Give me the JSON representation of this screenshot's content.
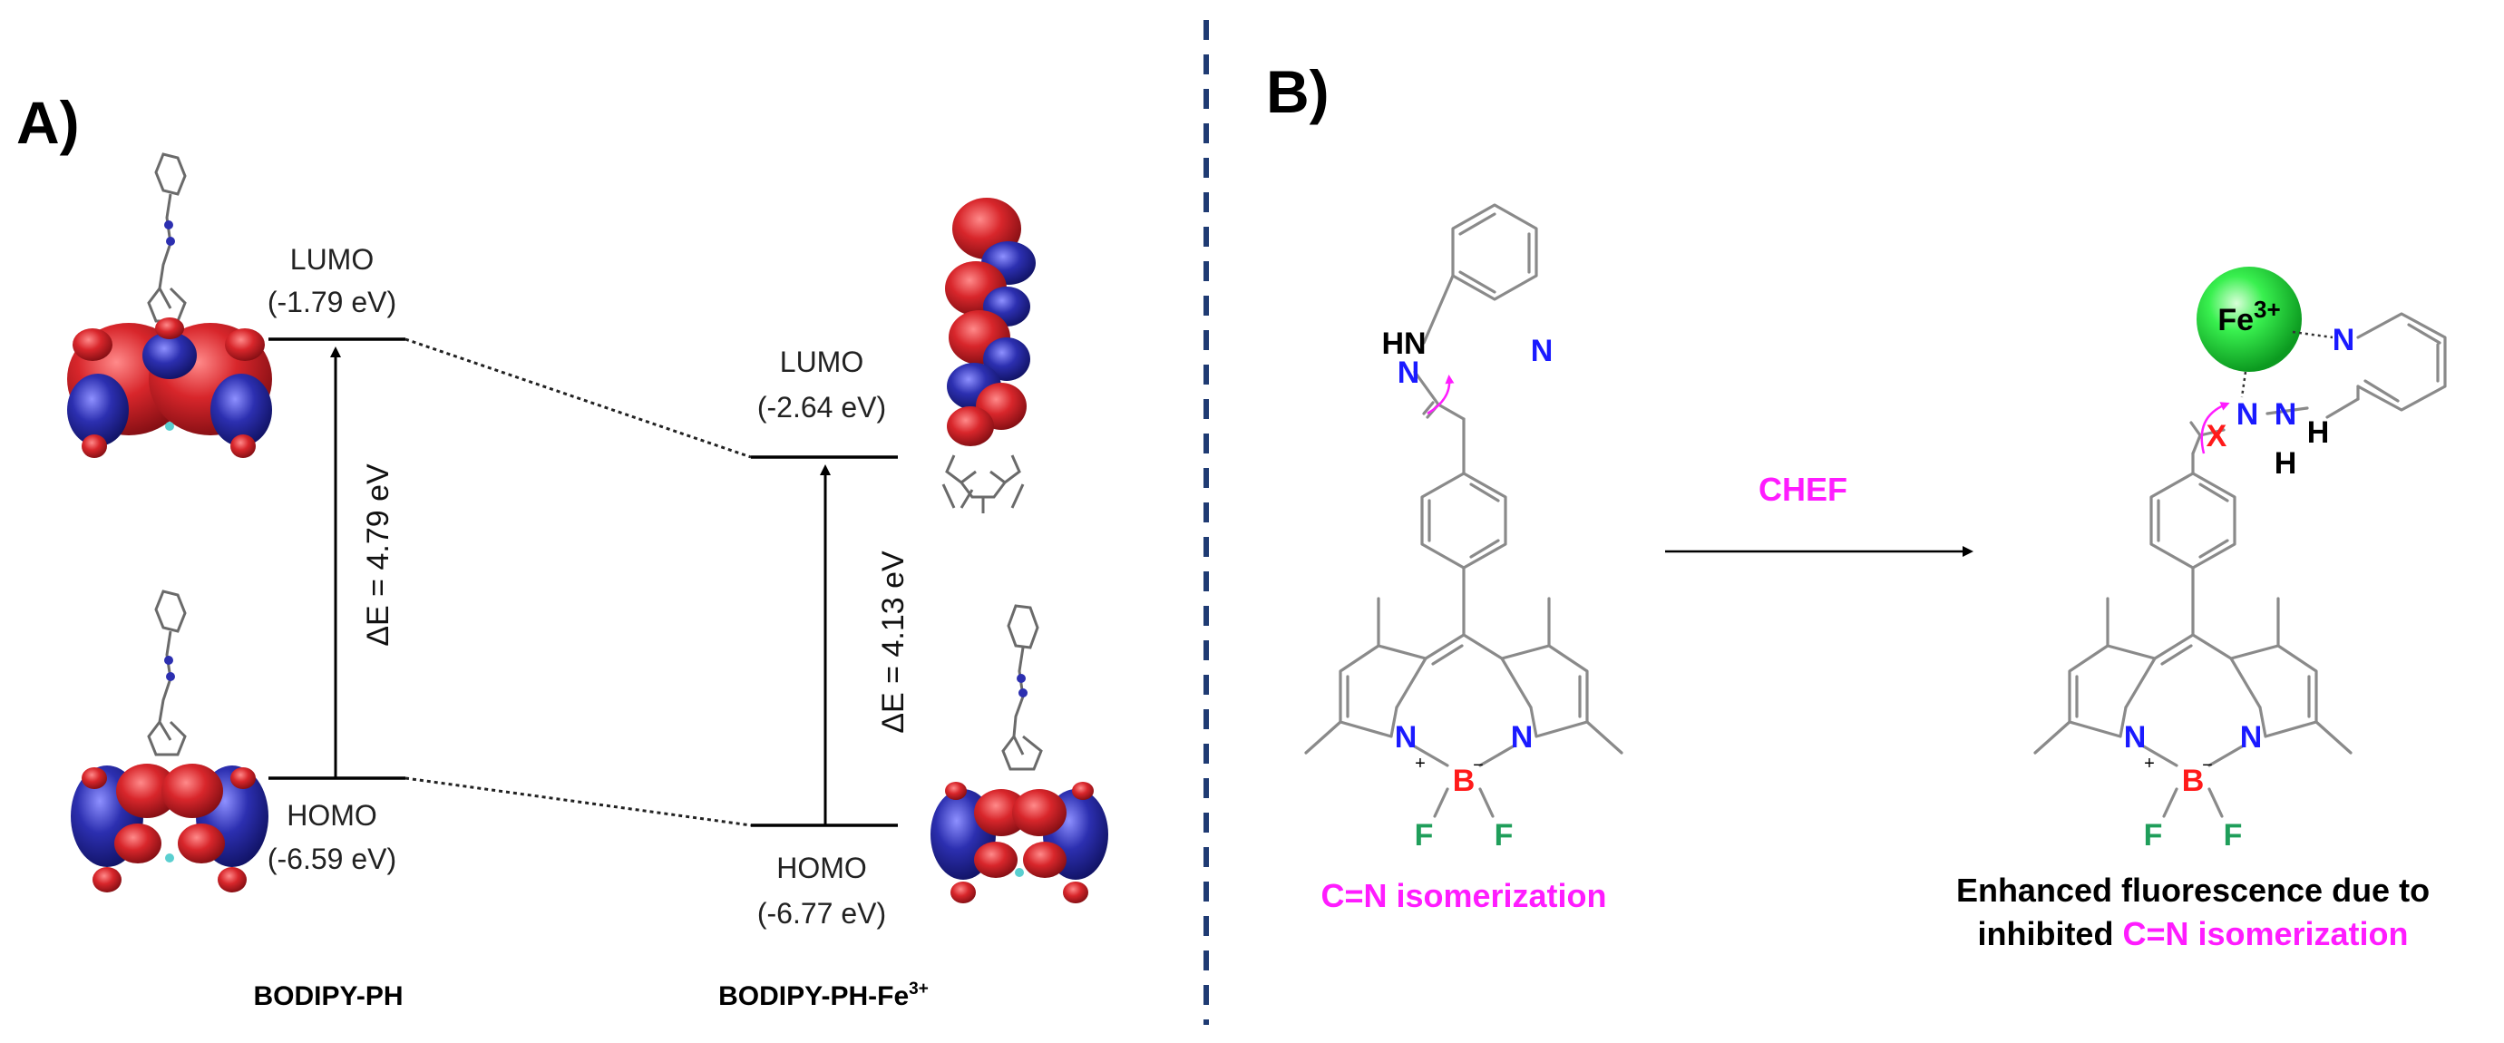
{
  "panelA": {
    "label": "A)",
    "left": {
      "lumo_name": "LUMO",
      "lumo_energy": "(-1.79 eV)",
      "homo_name": "HOMO",
      "homo_energy": "(-6.59 eV)",
      "gap": "ΔE = 4.79 eV",
      "caption": "BODIPY-PH"
    },
    "right": {
      "lumo_name": "LUMO",
      "lumo_energy": "(-2.64 eV)",
      "homo_name": "HOMO",
      "homo_energy": "(-6.77 eV)",
      "gap": "ΔE = 4.13 eV",
      "caption": "BODIPY-PH-Fe",
      "caption_sup": "3+"
    }
  },
  "panelB": {
    "label": "B)",
    "arrow_label": "CHEF",
    "left_caption": "C=N isomerization",
    "right_caption_line1": "Enhanced fluorescence due to",
    "right_caption_line2_prefix": "inhibited ",
    "right_caption_line2_highlight": "C=N isomerization",
    "metal": "Fe",
    "metal_charge": "3+",
    "atoms": {
      "N": "N",
      "B": "B",
      "F": "F",
      "H": "H",
      "HN": "HN",
      "NH": "NH",
      "X": "X",
      "plus": "+",
      "minus": "−"
    }
  },
  "colors": {
    "divider": "#1f3b73",
    "magenta": "#ff1cff",
    "nitrogen": "#1a1aff",
    "boron": "#ff1a1a",
    "fluorine": "#1f9e5a",
    "orbital_red": "#d8262b",
    "orbital_blue": "#2c2fb0",
    "metal_green": "#19e03a"
  }
}
